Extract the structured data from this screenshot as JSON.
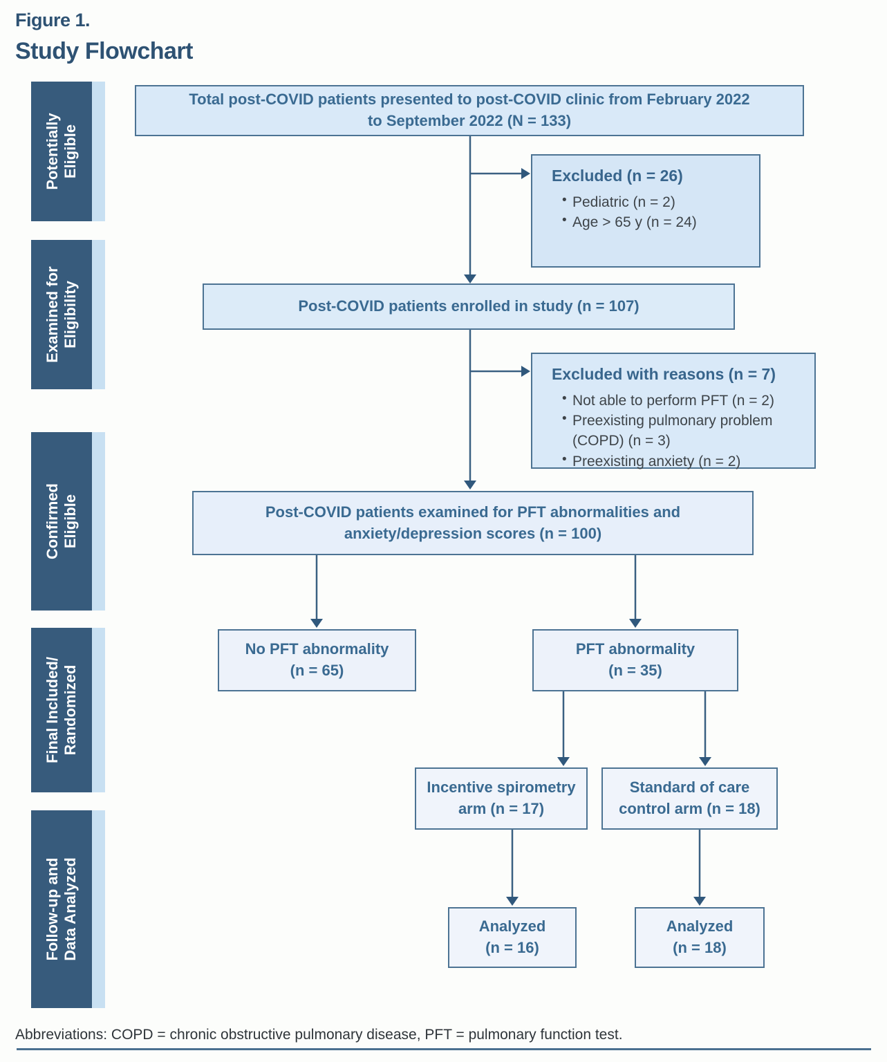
{
  "figure": {
    "label": "Figure 1.",
    "title": "Study Flowchart"
  },
  "sidebar": {
    "stages": [
      {
        "lines": [
          "Potentially",
          "Eligible"
        ]
      },
      {
        "lines": [
          "Examined for",
          "Eligibility"
        ]
      },
      {
        "lines": [
          "Confirmed",
          "Eligible"
        ]
      },
      {
        "lines": [
          "Final Included/",
          "Randomized"
        ]
      },
      {
        "lines": [
          "Follow-up and",
          "Data Analyzed"
        ]
      }
    ]
  },
  "flowchart": {
    "total": {
      "lines": [
        "Total post-COVID patients presented to post-COVID clinic from February 2022",
        "to September 2022 (N = 133)"
      ]
    },
    "excluded1": {
      "heading": "Excluded (n = 26)",
      "bullets": [
        "Pediatric (n = 2)",
        "Age > 65 y (n = 24)"
      ]
    },
    "enrolled": {
      "lines": [
        "Post-COVID patients enrolled in study (n = 107)"
      ]
    },
    "excluded2": {
      "heading": "Excluded with reasons (n = 7)",
      "bullets": [
        "Not able to perform PFT (n = 2)",
        "Preexisting pulmonary problem (COPD) (n = 3)",
        "Preexisting anxiety (n = 2)"
      ]
    },
    "examined": {
      "lines": [
        "Post-COVID patients examined for PFT abnormalities and",
        "anxiety/depression scores (n = 100)"
      ]
    },
    "no_pft_abnormality": {
      "lines": [
        "No PFT abnormality",
        "(n = 65)"
      ]
    },
    "pft_abnormality": {
      "lines": [
        "PFT abnormality",
        "(n = 35)"
      ]
    },
    "spirometry_arm": {
      "lines": [
        "Incentive spirometry",
        "arm (n = 17)"
      ]
    },
    "control_arm": {
      "lines": [
        "Standard of care",
        "control arm (n = 18)"
      ]
    },
    "analyzed_spirometry": {
      "lines": [
        "Analyzed",
        "(n = 16)"
      ]
    },
    "analyzed_control": {
      "lines": [
        "Analyzed",
        "(n = 18)"
      ]
    }
  },
  "footer": {
    "abbreviations": "Abbreviations: COPD = chronic obstructive pulmonary disease, PFT = pulmonary function test."
  },
  "colors": {
    "title_text": "#2e5273",
    "sidebar_dark": "#375b7c",
    "sidebar_stripe": "#c8e0f2",
    "box_border": "#4c7393",
    "box_text": "#3a6a91",
    "bullet_text": "#3e4449",
    "arrow": "#3a6082",
    "fill_top_boxes": "#d9e9f8",
    "fill_lower_boxes": "#f0f4fb",
    "footer_rule": "#4a7090"
  }
}
